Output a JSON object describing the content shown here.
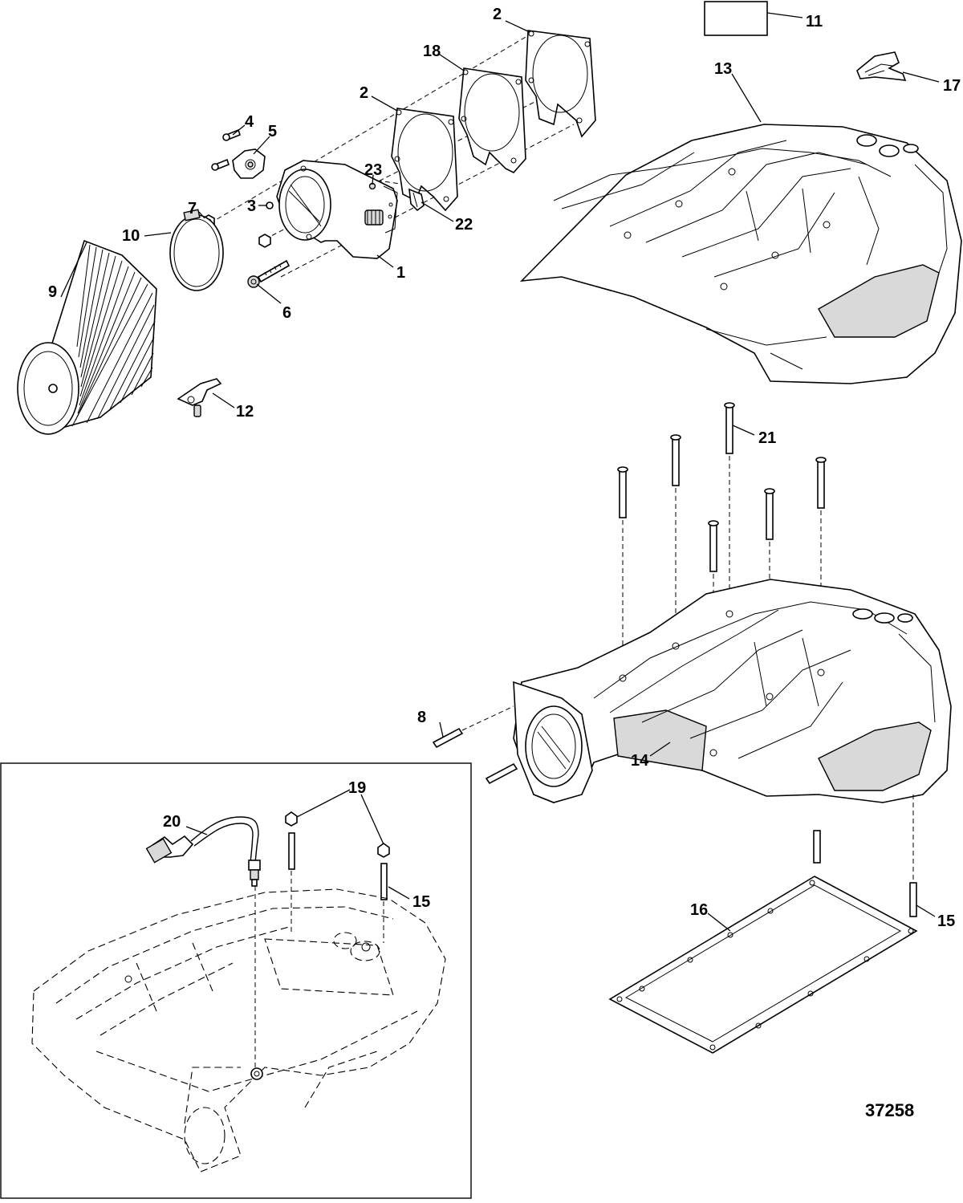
{
  "figure_number": "37258",
  "callouts": {
    "c1": "1",
    "c2a": "2",
    "c2b": "2",
    "c3": "3",
    "c4": "4",
    "c5": "5",
    "c6": "6",
    "c7": "7",
    "c8": "8",
    "c9": "9",
    "c10": "10",
    "c11": "11",
    "c12": "12",
    "c13": "13",
    "c14": "14",
    "c15a": "15",
    "c15b": "15",
    "c16": "16",
    "c17": "17",
    "c18": "18",
    "c19": "19",
    "c20": "20",
    "c21": "21",
    "c22": "22",
    "c23": "23"
  }
}
